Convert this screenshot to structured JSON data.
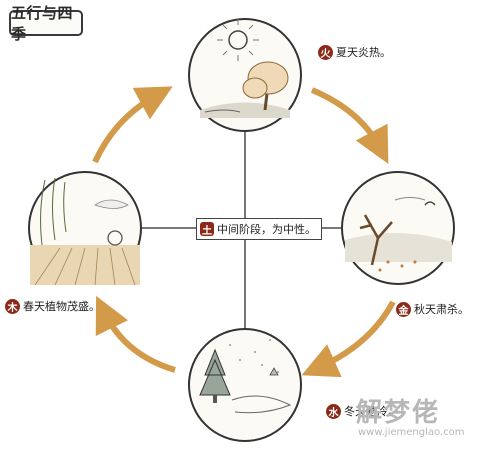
{
  "title": "五行与四季",
  "seasons": {
    "fire": {
      "badge": "火",
      "text": "夏天炎热。"
    },
    "metal": {
      "badge": "金",
      "text": "秋天肃杀。"
    },
    "water": {
      "badge": "水",
      "text": "冬天寒冷。"
    },
    "wood": {
      "badge": "木",
      "text": "春天植物茂盛。"
    },
    "earth": {
      "badge": "土",
      "text": "中间阶段，为中性。"
    }
  },
  "watermark": {
    "text": "解梦佬",
    "url": "www.jiemenglao.com"
  },
  "colors": {
    "arrow": "#d39a4a",
    "badge": "#8b2a18",
    "line": "#4a4a4a"
  }
}
